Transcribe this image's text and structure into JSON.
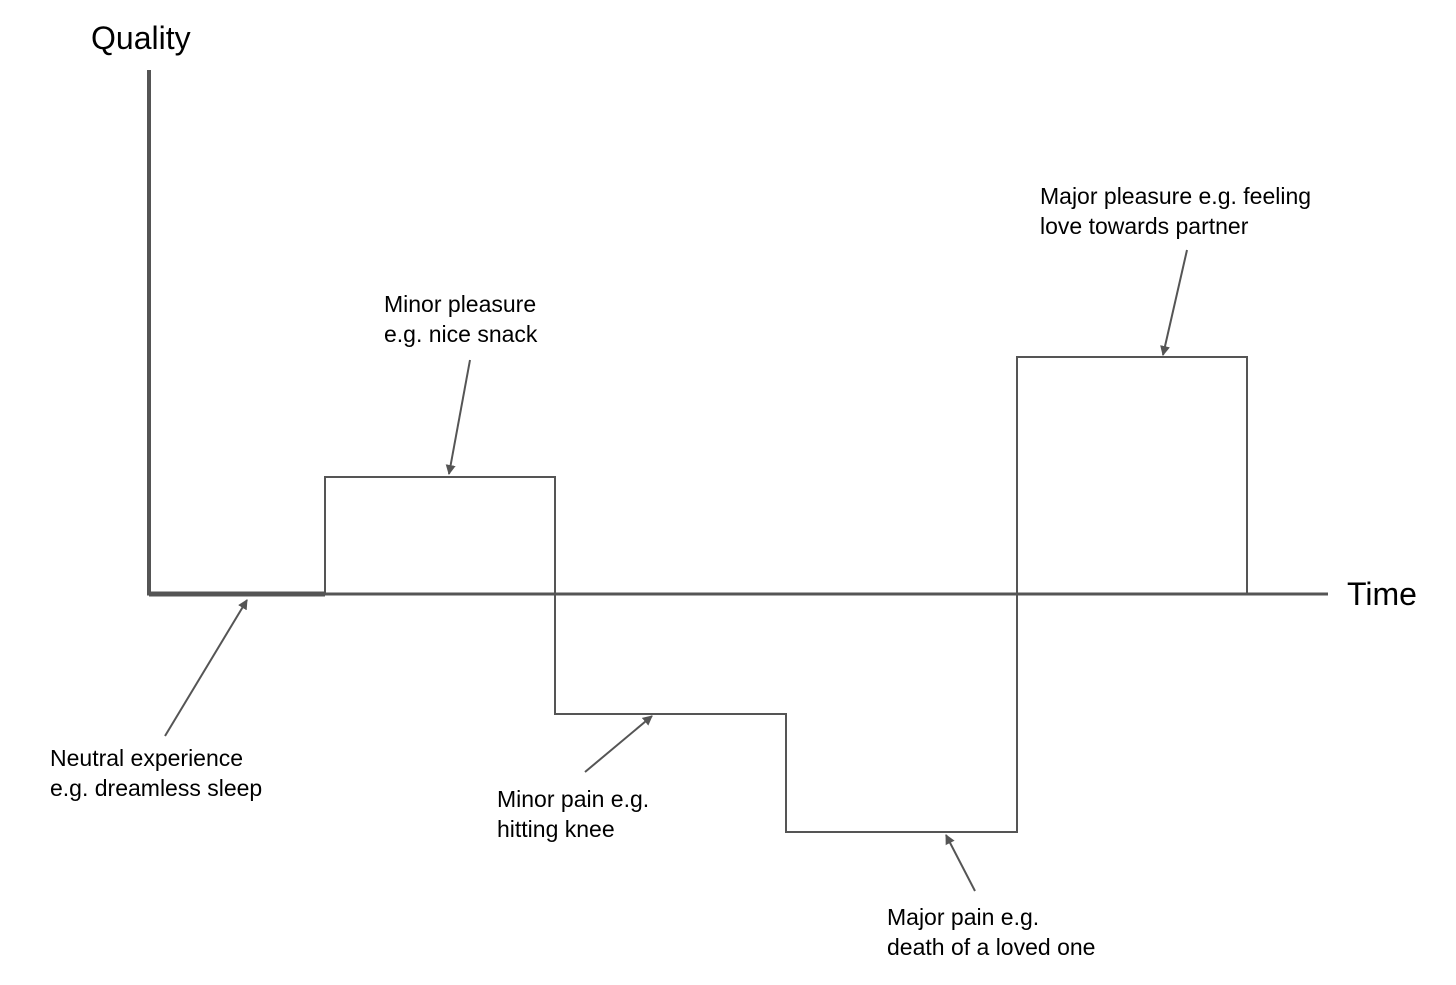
{
  "axes": {
    "y_label": "Quality",
    "x_label": "Time"
  },
  "annotations": {
    "neutral": [
      "Neutral experience",
      "e.g. dreamless sleep"
    ],
    "minor_pleasure": [
      "Minor pleasure",
      "e.g. nice snack"
    ],
    "minor_pain": [
      "Minor pain e.g.",
      "hitting knee"
    ],
    "major_pain": [
      "Major pain e.g.",
      "death of a loved one"
    ],
    "major_pleasure": [
      "Major pleasure e.g. feeling",
      "love towards partner"
    ]
  },
  "colors": {
    "line": "#555555",
    "text": "#000000"
  }
}
